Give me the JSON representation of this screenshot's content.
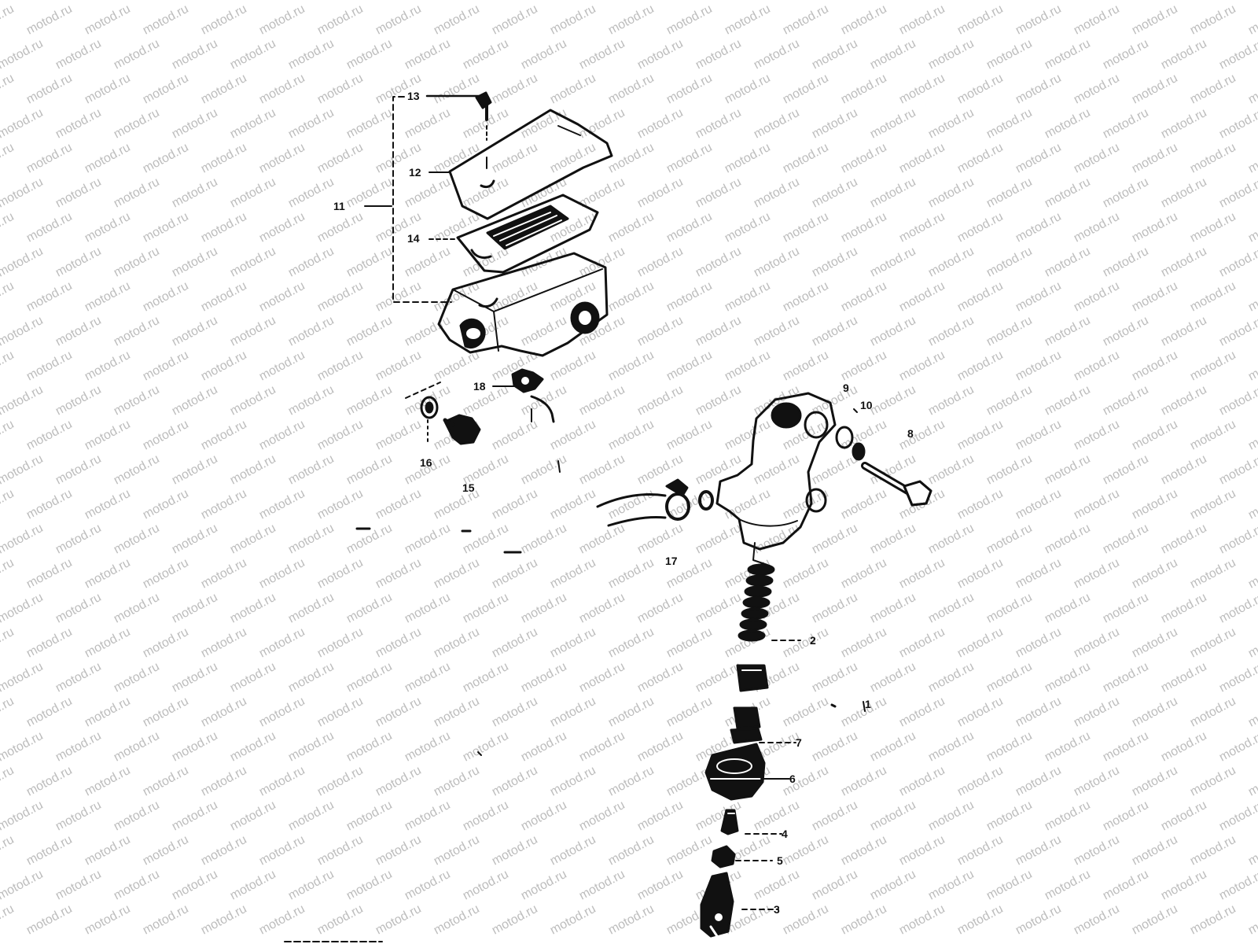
{
  "watermark": {
    "text": "motod.ru"
  },
  "diagram": {
    "callouts": {
      "c13": "13",
      "c12": "12",
      "c11": "11",
      "c14": "14",
      "c18": "18",
      "c16": "16",
      "c15": "15",
      "c9": "9",
      "c10": "10",
      "c8": "8",
      "c17": "17",
      "c1": "1",
      "c2": "2",
      "c7": "7",
      "c6": "6",
      "c4": "4",
      "c5": "5",
      "c3": "3"
    }
  },
  "colors": {
    "ink": "#111111",
    "watermark": "#bdbdbd",
    "background": "#ffffff"
  }
}
